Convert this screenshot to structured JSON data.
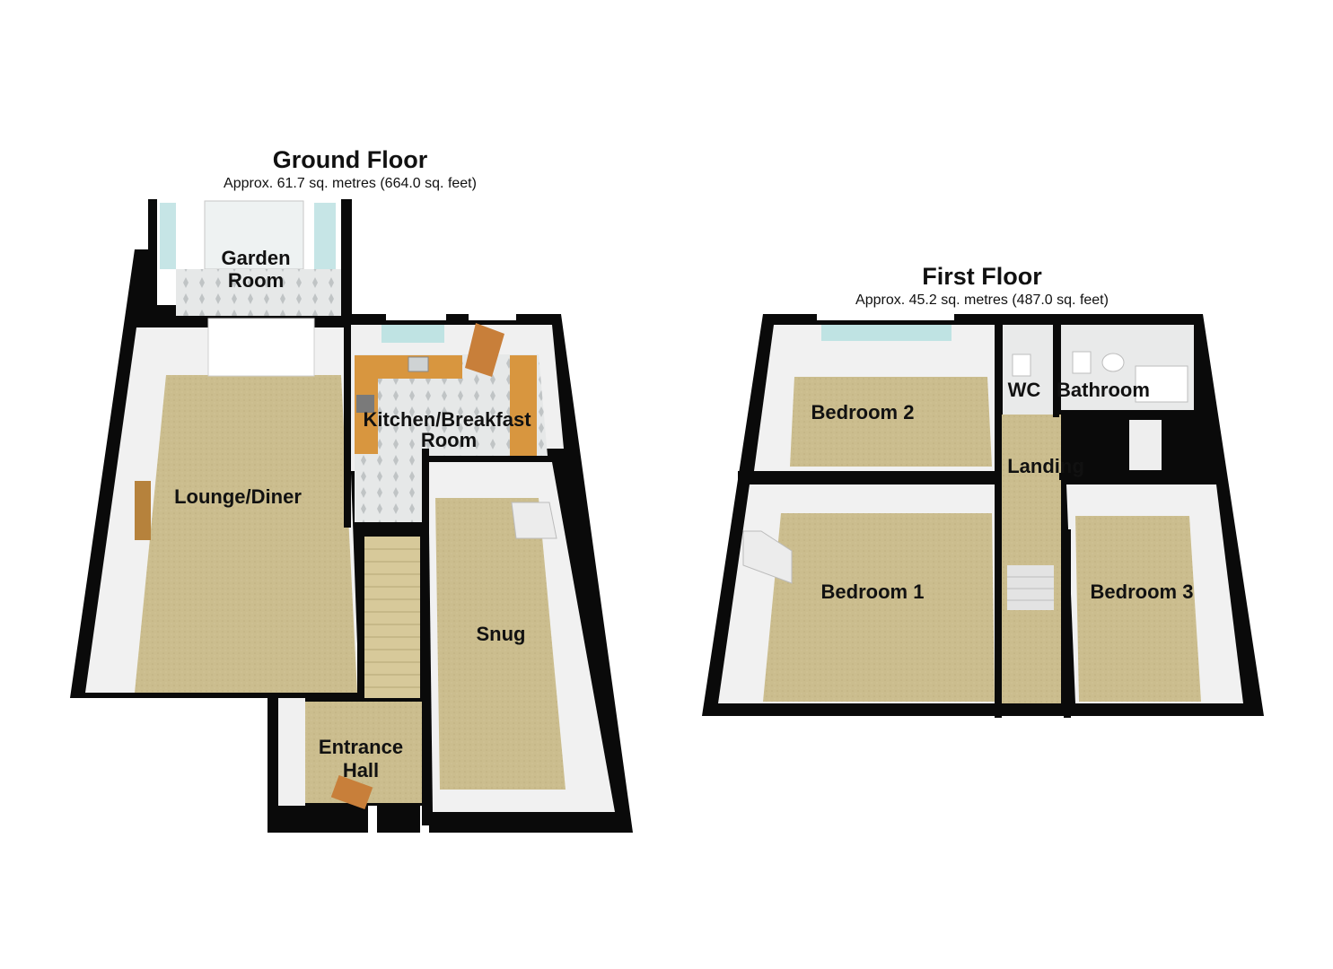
{
  "ground_floor": {
    "title": "Ground Floor",
    "area": "Approx. 61.7 sq. metres (664.0 sq. feet)",
    "rooms": {
      "garden_room_1": "Garden",
      "garden_room_2": "Room",
      "lounge": "Lounge/Diner",
      "kitchen_1": "Kitchen/Breakfast",
      "kitchen_2": "Room",
      "snug": "Snug",
      "entrance_1": "Entrance",
      "entrance_2": "Hall"
    }
  },
  "first_floor": {
    "title": "First Floor",
    "area": "Approx. 45.2 sq. metres (487.0 sq. feet)",
    "rooms": {
      "bedroom2": "Bedroom 2",
      "wc": "WC",
      "bathroom": "Bathroom",
      "landing": "Landing",
      "bedroom1": "Bedroom 1",
      "bedroom3": "Bedroom 3"
    }
  },
  "colors": {
    "wall": "#0a0a0a",
    "carpet": "#cbbd8e",
    "tile": "#e4e6e6",
    "worktop": "#d8963f",
    "inner_wall": "#f2f2f2",
    "glass": "#bfe3e3"
  }
}
